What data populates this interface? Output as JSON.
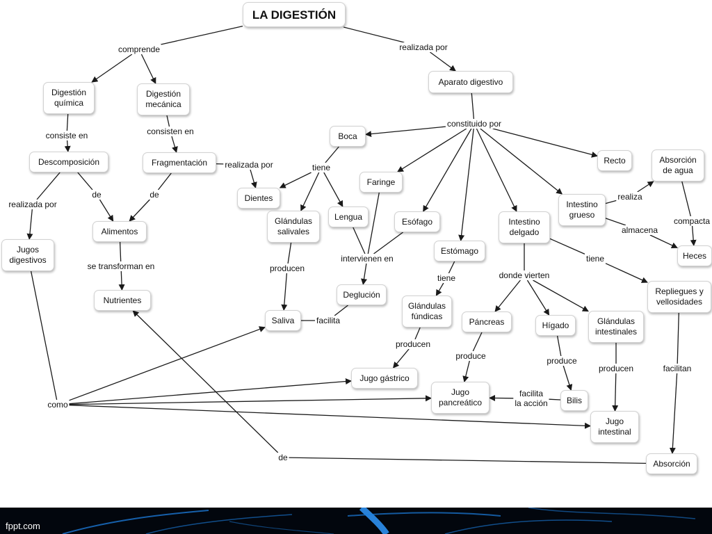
{
  "diagram": {
    "title": "LA DIGESTIÓN",
    "nodes": [
      {
        "id": "title",
        "text": "LA DIGESTIÓN"
      },
      {
        "id": "dig_quimica",
        "text": "Digestión\nquímica"
      },
      {
        "id": "dig_mecanica",
        "text": "Digestión\nmecánica"
      },
      {
        "id": "descomposicion",
        "text": "Descomposición"
      },
      {
        "id": "fragmentacion",
        "text": "Fragmentación"
      },
      {
        "id": "jugos_digestivos",
        "text": "Jugos\ndigestivos"
      },
      {
        "id": "alimentos",
        "text": "Alimentos"
      },
      {
        "id": "nutrientes",
        "text": "Nutrientes"
      },
      {
        "id": "aparato",
        "text": "Aparato digestivo"
      },
      {
        "id": "boca",
        "text": "Boca"
      },
      {
        "id": "dientes",
        "text": "Dientes"
      },
      {
        "id": "glandulas_salivales",
        "text": "Glándulas\nsalivales"
      },
      {
        "id": "lengua",
        "text": "Lengua"
      },
      {
        "id": "faringe",
        "text": "Faringe"
      },
      {
        "id": "esofago",
        "text": "Esófago"
      },
      {
        "id": "estomago",
        "text": "Estómago"
      },
      {
        "id": "intestino_delgado",
        "text": "Intestino\ndelgado"
      },
      {
        "id": "intestino_grueso",
        "text": "Intestino\ngrueso"
      },
      {
        "id": "recto",
        "text": "Recto"
      },
      {
        "id": "absorcion_agua",
        "text": "Absorción\nde agua"
      },
      {
        "id": "heces",
        "text": "Heces"
      },
      {
        "id": "repliegues",
        "text": "Repliegues y\nvellosidades"
      },
      {
        "id": "saliva",
        "text": "Saliva"
      },
      {
        "id": "deglucion",
        "text": "Deglución"
      },
      {
        "id": "glandulas_fundicas",
        "text": "Glándulas\nfúndicas"
      },
      {
        "id": "jugo_gastrico",
        "text": "Jugo gástrico"
      },
      {
        "id": "pancreas",
        "text": "Páncreas"
      },
      {
        "id": "higado",
        "text": "Hígado"
      },
      {
        "id": "glandulas_intestinales",
        "text": "Glándulas\nintestinales"
      },
      {
        "id": "jugo_pancreatico",
        "text": "Jugo\npancreático"
      },
      {
        "id": "bilis",
        "text": "Bilis"
      },
      {
        "id": "jugo_intestinal",
        "text": "Jugo\nintestinal"
      },
      {
        "id": "absorcion",
        "text": "Absorción"
      }
    ],
    "link_labels": [
      {
        "id": "comprende",
        "text": "comprende"
      },
      {
        "id": "realizada_por_top",
        "text": "realizada por"
      },
      {
        "id": "consiste_en",
        "text": "consiste en"
      },
      {
        "id": "consisten_en",
        "text": "consisten en"
      },
      {
        "id": "realizada_por_left",
        "text": "realizada por"
      },
      {
        "id": "de_1",
        "text": "de"
      },
      {
        "id": "de_2",
        "text": "de"
      },
      {
        "id": "se_transforman",
        "text": "se transforman en"
      },
      {
        "id": "constituido_por",
        "text": "constituido por"
      },
      {
        "id": "realizada_por_mid",
        "text": "realizada por"
      },
      {
        "id": "tiene_boca",
        "text": "tiene"
      },
      {
        "id": "producen_saliva",
        "text": "producen"
      },
      {
        "id": "intervienen_en",
        "text": "intervienen en"
      },
      {
        "id": "facilita_saliva",
        "text": "facilita"
      },
      {
        "id": "tiene_estomago",
        "text": "tiene"
      },
      {
        "id": "producen_gastrico",
        "text": "producen"
      },
      {
        "id": "donde_vierten",
        "text": "donde vierten"
      },
      {
        "id": "tiene_delgado",
        "text": "tiene"
      },
      {
        "id": "produce_pancreas",
        "text": "produce"
      },
      {
        "id": "produce_higado",
        "text": "produce"
      },
      {
        "id": "producen_intestinales",
        "text": "producen"
      },
      {
        "id": "facilita_accion",
        "text": "facilita\nla acción"
      },
      {
        "id": "realiza",
        "text": "realiza"
      },
      {
        "id": "almacena",
        "text": "almacena"
      },
      {
        "id": "compacta",
        "text": "compacta"
      },
      {
        "id": "facilitan",
        "text": "facilitan"
      },
      {
        "id": "como",
        "text": "como"
      },
      {
        "id": "de_bottom",
        "text": "de"
      }
    ],
    "links": [
      {
        "from": "title",
        "to": "comprende",
        "arrow": false
      },
      {
        "from": "comprende",
        "to": "dig_quimica",
        "arrow": true
      },
      {
        "from": "comprende",
        "to": "dig_mecanica",
        "arrow": true
      },
      {
        "from": "title",
        "to": "realizada_por_top",
        "arrow": false
      },
      {
        "from": "realizada_por_top",
        "to": "aparato",
        "arrow": true
      },
      {
        "from": "dig_quimica",
        "to": "consiste_en",
        "arrow": false
      },
      {
        "from": "consiste_en",
        "to": "descomposicion",
        "arrow": true
      },
      {
        "from": "dig_mecanica",
        "to": "consisten_en",
        "arrow": false
      },
      {
        "from": "consisten_en",
        "to": "fragmentacion",
        "arrow": true
      },
      {
        "from": "descomposicion",
        "to": "realizada_por_left",
        "arrow": false
      },
      {
        "from": "realizada_por_left",
        "to": "jugos_digestivos",
        "arrow": true
      },
      {
        "from": "descomposicion",
        "to": "de_1",
        "arrow": false
      },
      {
        "from": "de_1",
        "to": "alimentos",
        "arrow": true
      },
      {
        "from": "fragmentacion",
        "to": "de_2",
        "arrow": false
      },
      {
        "from": "de_2",
        "to": "alimentos",
        "arrow": true
      },
      {
        "from": "fragmentacion",
        "to": "realizada_por_mid",
        "arrow": false
      },
      {
        "from": "realizada_por_mid",
        "to": "dientes",
        "arrow": true
      },
      {
        "from": "alimentos",
        "to": "se_transforman",
        "arrow": false
      },
      {
        "from": "se_transforman",
        "to": "nutrientes",
        "arrow": true
      },
      {
        "from": "aparato",
        "to": "constituido_por",
        "arrow": false
      },
      {
        "from": "constituido_por",
        "to": "boca",
        "arrow": true
      },
      {
        "from": "constituido_por",
        "to": "faringe",
        "arrow": true
      },
      {
        "from": "constituido_por",
        "to": "esofago",
        "arrow": true
      },
      {
        "from": "constituido_por",
        "to": "estomago",
        "arrow": true
      },
      {
        "from": "constituido_por",
        "to": "intestino_delgado",
        "arrow": true
      },
      {
        "from": "constituido_por",
        "to": "intestino_grueso",
        "arrow": true
      },
      {
        "from": "constituido_por",
        "to": "recto",
        "arrow": true
      },
      {
        "from": "boca",
        "to": "tiene_boca",
        "arrow": false
      },
      {
        "from": "tiene_boca",
        "to": "dientes",
        "arrow": true
      },
      {
        "from": "tiene_boca",
        "to": "glandulas_salivales",
        "arrow": true
      },
      {
        "from": "tiene_boca",
        "to": "lengua",
        "arrow": true
      },
      {
        "from": "glandulas_salivales",
        "to": "producen_saliva",
        "arrow": false
      },
      {
        "from": "producen_saliva",
        "to": "saliva",
        "arrow": true
      },
      {
        "from": "lengua",
        "to": "intervienen_en",
        "arrow": false
      },
      {
        "from": "faringe",
        "to": "intervienen_en",
        "arrow": false
      },
      {
        "from": "esofago",
        "to": "intervienen_en",
        "arrow": false
      },
      {
        "from": "intervienen_en",
        "to": "deglucion",
        "arrow": true
      },
      {
        "from": "deglucion",
        "to": "facilita_saliva",
        "arrow": false
      },
      {
        "from": "facilita_saliva",
        "to": "saliva",
        "arrow": false
      },
      {
        "from": "estomago",
        "to": "tiene_estomago",
        "arrow": false
      },
      {
        "from": "tiene_estomago",
        "to": "glandulas_fundicas",
        "arrow": true
      },
      {
        "from": "glandulas_fundicas",
        "to": "producen_gastrico",
        "arrow": false
      },
      {
        "from": "producen_gastrico",
        "to": "jugo_gastrico",
        "arrow": true
      },
      {
        "from": "intestino_delgado",
        "to": "donde_vierten",
        "arrow": false
      },
      {
        "from": "donde_vierten",
        "to": "pancreas",
        "arrow": true
      },
      {
        "from": "donde_vierten",
        "to": "higado",
        "arrow": true
      },
      {
        "from": "donde_vierten",
        "to": "glandulas_intestinales",
        "arrow": true
      },
      {
        "from": "intestino_delgado",
        "to": "tiene_delgado",
        "arrow": false
      },
      {
        "from": "tiene_delgado",
        "to": "repliegues",
        "arrow": true
      },
      {
        "from": "pancreas",
        "to": "produce_pancreas",
        "arrow": false
      },
      {
        "from": "produce_pancreas",
        "to": "jugo_pancreatico",
        "arrow": true
      },
      {
        "from": "higado",
        "to": "produce_higado",
        "arrow": false
      },
      {
        "from": "produce_higado",
        "to": "bilis",
        "arrow": true
      },
      {
        "from": "glandulas_intestinales",
        "to": "producen_intestinales",
        "arrow": false
      },
      {
        "from": "producen_intestinales",
        "to": "jugo_intestinal",
        "arrow": true
      },
      {
        "from": "bilis",
        "to": "facilita_accion",
        "arrow": false
      },
      {
        "from": "facilita_accion",
        "to": "jugo_pancreatico",
        "arrow": true
      },
      {
        "from": "intestino_grueso",
        "to": "realiza",
        "arrow": false
      },
      {
        "from": "realiza",
        "to": "absorcion_agua",
        "arrow": true
      },
      {
        "from": "intestino_grueso",
        "to": "almacena",
        "arrow": false
      },
      {
        "from": "almacena",
        "to": "heces",
        "arrow": true
      },
      {
        "from": "absorcion_agua",
        "to": "compacta",
        "arrow": false
      },
      {
        "from": "compacta",
        "to": "heces",
        "arrow": true
      },
      {
        "from": "repliegues",
        "to": "facilitan",
        "arrow": false
      },
      {
        "from": "facilitan",
        "to": "absorcion",
        "arrow": true
      },
      {
        "from": "jugos_digestivos",
        "to": "como",
        "arrow": false
      },
      {
        "from": "como",
        "to": "saliva",
        "arrow": true
      },
      {
        "from": "como",
        "to": "jugo_gastrico",
        "arrow": true
      },
      {
        "from": "como",
        "to": "jugo_pancreatico",
        "arrow": true
      },
      {
        "from": "como",
        "to": "jugo_intestinal",
        "arrow": true
      },
      {
        "from": "absorcion",
        "to": "de_bottom",
        "arrow": false
      },
      {
        "from": "de_bottom",
        "to": "nutrientes",
        "arrow": true
      }
    ]
  },
  "footer": {
    "text": "fppt.com",
    "background_color": "#02060d",
    "accent_color": "#1d7fe0"
  },
  "colors": {
    "node_border": "#d2d2d2",
    "line": "#1a1a1a"
  }
}
